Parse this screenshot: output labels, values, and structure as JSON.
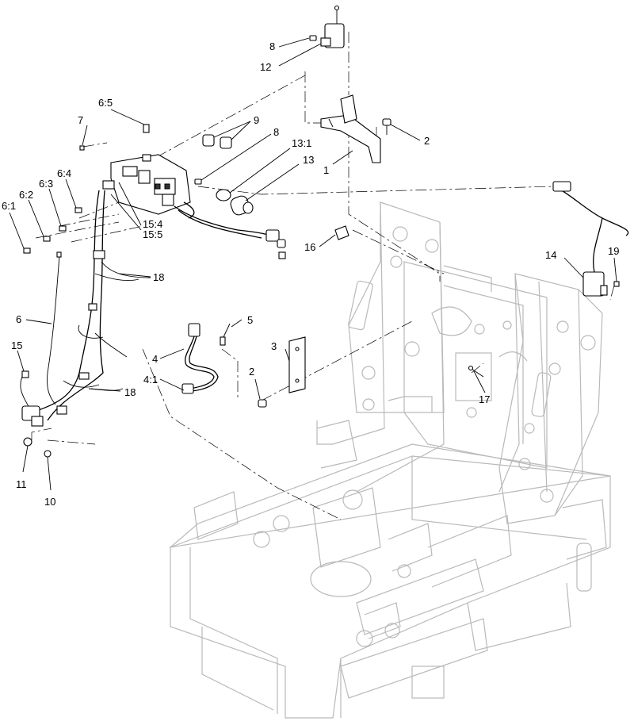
{
  "callouts": {
    "c1": "1",
    "c2a": "2",
    "c2b": "2",
    "c3": "3",
    "c4": "4",
    "c4_1": "4:1",
    "c5": "5",
    "c6": "6",
    "c6_1": "6:1",
    "c6_2": "6:2",
    "c6_3": "6:3",
    "c6_4": "6:4",
    "c6_5": "6:5",
    "c7": "7",
    "c8a": "8",
    "c8b": "8",
    "c9": "9",
    "c10": "10",
    "c11": "11",
    "c12": "12",
    "c13": "13",
    "c13_1": "13:1",
    "c14": "14",
    "c15": "15",
    "c15_4": "15:4",
    "c15_5": "15:5",
    "c16": "16",
    "c17": "17",
    "c18a": "18",
    "c18b": "18",
    "c19": "19"
  },
  "colors": {
    "ink": "#000000",
    "phantom_frame": "#b9b9b9",
    "background": "#ffffff"
  }
}
